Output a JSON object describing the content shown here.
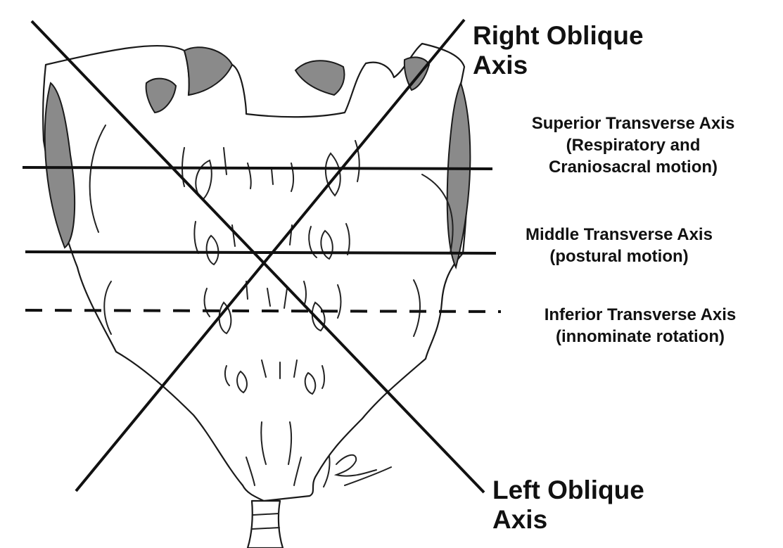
{
  "labels": {
    "right_oblique": {
      "line1": "Right Oblique",
      "line2": "Axis"
    },
    "left_oblique": {
      "line1": "Left Oblique",
      "line2": "Axis"
    },
    "superior": {
      "line1": "Superior Transverse Axis",
      "line2": "(Respiratory and",
      "line3": "Craniosacral motion)"
    },
    "middle": {
      "line1": "Middle Transverse Axis",
      "line2": "(postural motion)"
    },
    "inferior": {
      "line1": "Inferior Transverse Axis",
      "line2": "(innominate rotation)"
    }
  },
  "colors": {
    "ink": "#111111",
    "stipple": "#8a8a8a",
    "background": "#ffffff"
  }
}
